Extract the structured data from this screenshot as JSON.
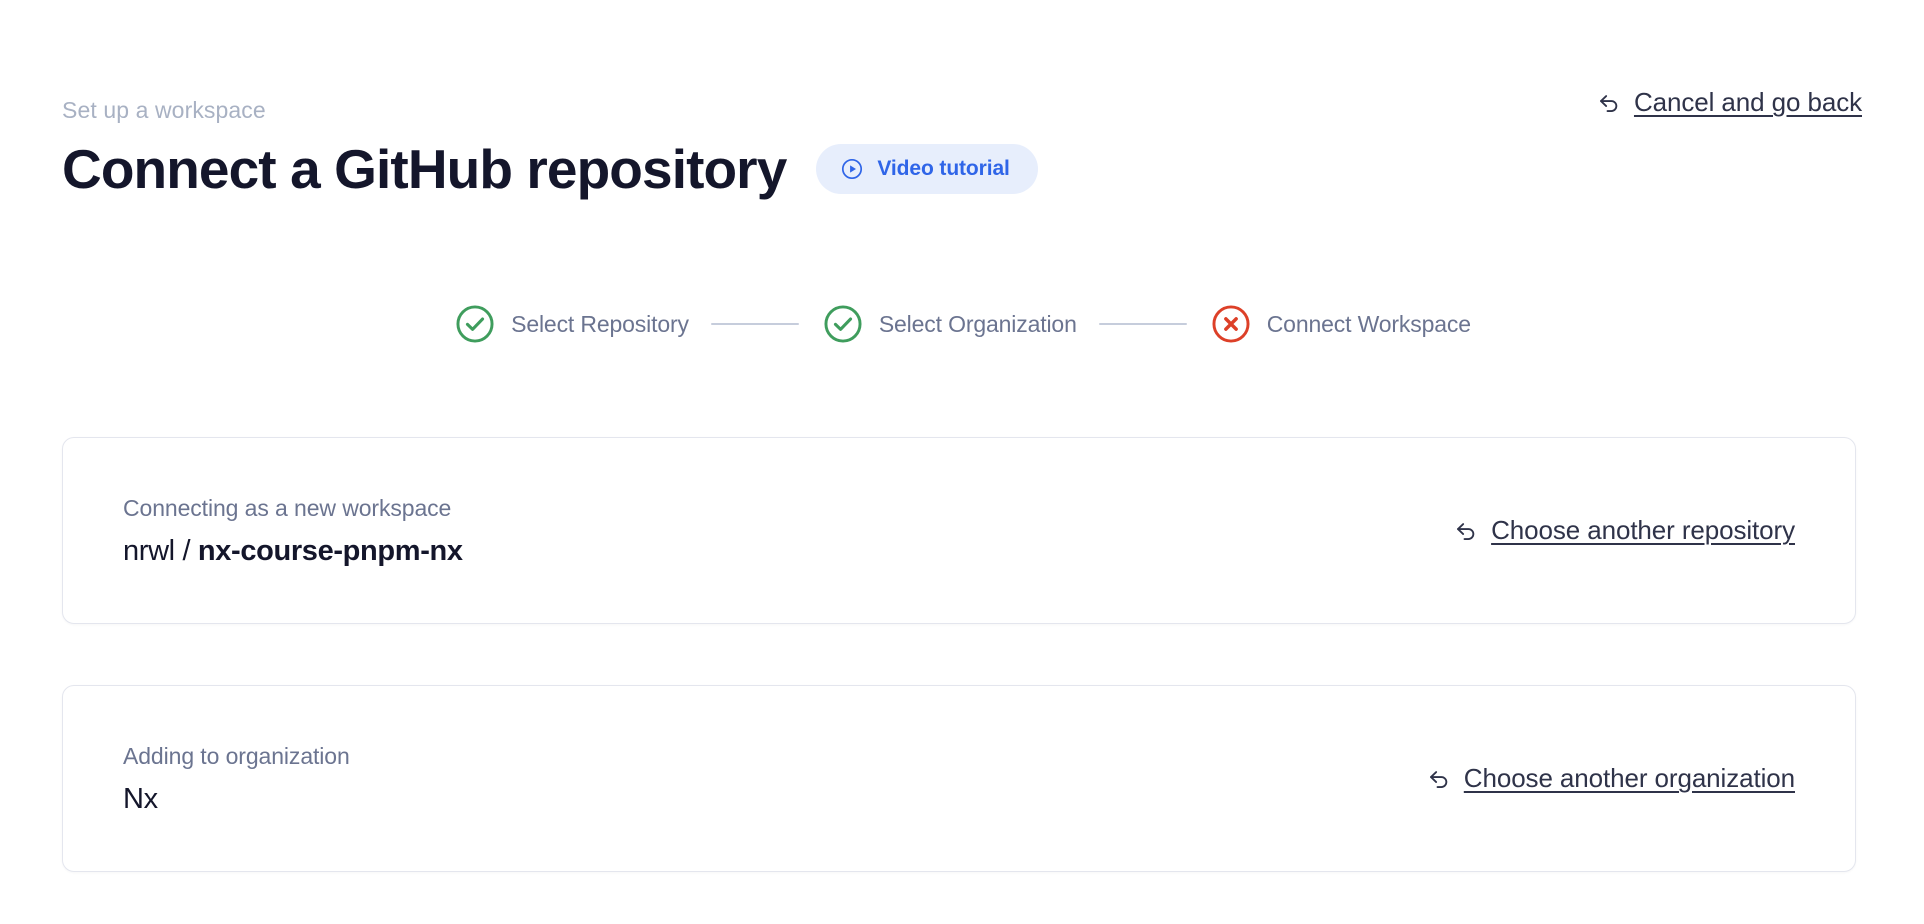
{
  "header": {
    "eyebrow": "Set up a workspace",
    "title": "Connect a GitHub repository",
    "video_badge": {
      "label": "Video tutorial",
      "icon": "play-circle-icon",
      "bg_color": "#e7eefc",
      "text_color": "#2f65e8"
    },
    "cancel_link": {
      "label": "Cancel and go back",
      "icon": "undo-arrow-icon",
      "text_color": "#2f3349"
    }
  },
  "stepper": {
    "connector_color": "#c6cddc",
    "steps": [
      {
        "label": "Select Repository",
        "state": "complete",
        "icon": "check-circle-icon",
        "color": "#3f9d5d"
      },
      {
        "label": "Select Organization",
        "state": "complete",
        "icon": "check-circle-icon",
        "color": "#3f9d5d"
      },
      {
        "label": "Connect Workspace",
        "state": "error",
        "icon": "x-circle-icon",
        "color": "#dd4028"
      }
    ]
  },
  "cards": [
    {
      "caption": "Connecting as a new workspace",
      "value_owner": "nrwl / ",
      "value_name": "nx-course-pnpm-nx",
      "action": {
        "label": "Choose another repository",
        "icon": "undo-arrow-icon"
      }
    },
    {
      "caption": "Adding to organization",
      "value_plain": "Nx",
      "action": {
        "label": "Choose another organization",
        "icon": "undo-arrow-icon"
      }
    }
  ],
  "theme": {
    "background": "#ffffff",
    "card_border": "#e4e6ee",
    "title_color": "#14162b",
    "muted_color": "#6b7490",
    "eyebrow_color": "#a8b1c3"
  }
}
